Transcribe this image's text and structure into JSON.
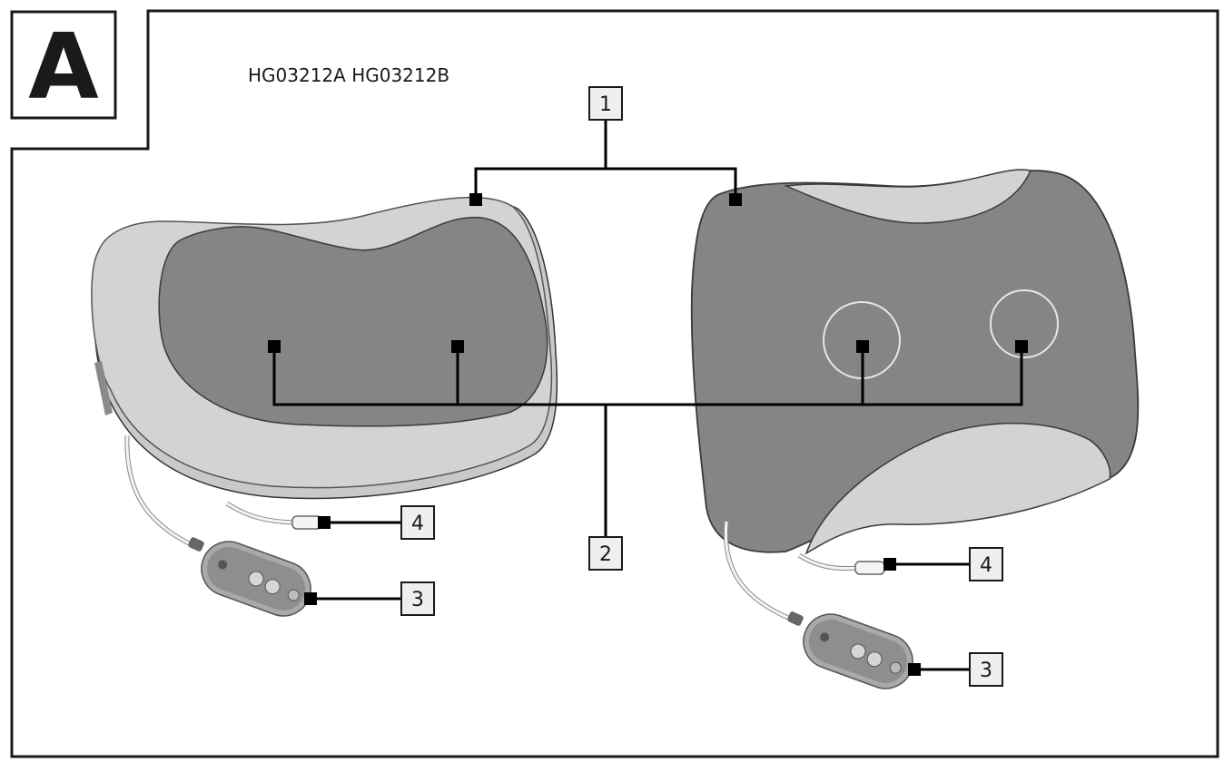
{
  "figure": {
    "letter": "A",
    "model_text": "HG03212A HG03212B"
  },
  "callouts": {
    "c1": "1",
    "c2": "2",
    "c3_left": "3",
    "c4_left": "4",
    "c3_right": "3",
    "c4_right": "4"
  },
  "colors": {
    "frame": "#1a1a1a",
    "cushion_light": "#d3d3d3",
    "cushion_dark": "#858585",
    "cable": "#f4f4f4",
    "marker": "#000000"
  }
}
